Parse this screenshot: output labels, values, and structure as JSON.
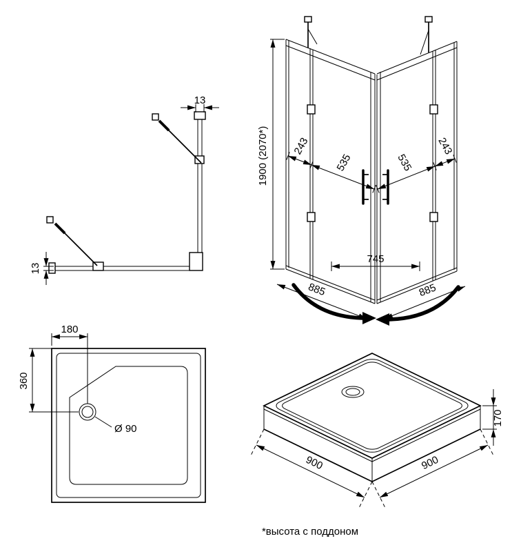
{
  "plan_view": {
    "profile_width_top": "13",
    "profile_width_side": "13"
  },
  "enclosure_3d": {
    "height": "1900 (2070*)",
    "left_fixed_panel_width": "243",
    "left_door_width": "535",
    "right_door_width": "535",
    "right_fixed_panel_width": "243",
    "entry_width": "745",
    "base_side_left": "885",
    "base_side_right": "885"
  },
  "tray_plan": {
    "drain_offset_horizontal": "180",
    "drain_offset_vertical": "360",
    "drain_diameter": "Ø 90"
  },
  "tray_3d": {
    "tray_height": "170",
    "base_side_left": "900",
    "base_side_right": "900"
  },
  "footnote": "*высота с поддоном",
  "colors": {
    "line": "#000000",
    "background": "#ffffff"
  }
}
